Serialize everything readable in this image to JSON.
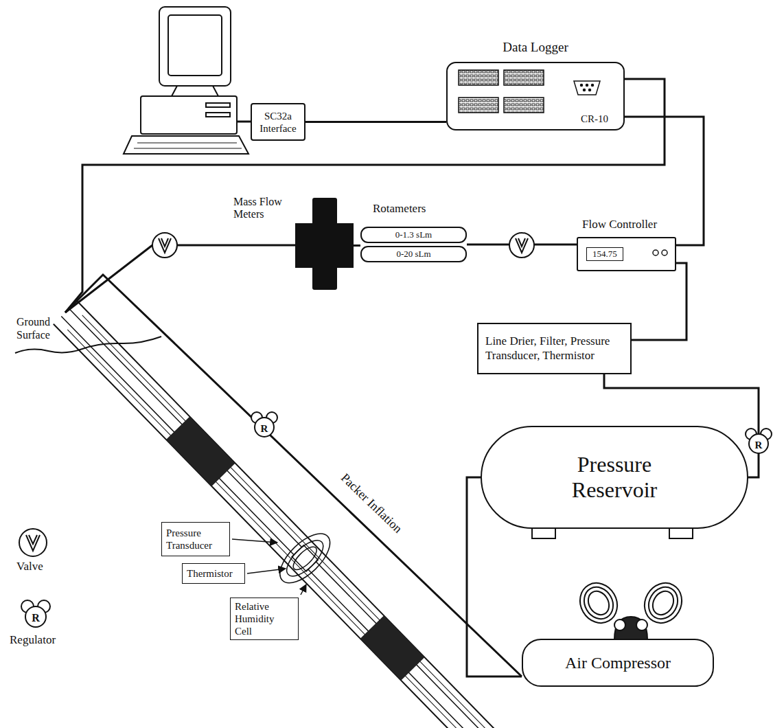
{
  "diagram": {
    "nodes": [
      {
        "text": [
          "SC32a Interface"
        ]
      },
      {
        "text": [
          "Data Logger",
          "CR-10"
        ]
      },
      {
        "text": [
          "Mass Flow Meters"
        ]
      },
      {
        "text": [
          "Rotameters",
          "0-1.3 sLm",
          "0-20 sLm"
        ]
      },
      {
        "text": [
          "Flow Controller",
          "154.75"
        ]
      },
      {
        "text": [
          "Line Drier, Filter, Pressure Transducer, Thermistor"
        ]
      },
      {
        "text": [
          "Pressure Reservoir"
        ]
      },
      {
        "text": [
          "Air Compressor"
        ]
      },
      {
        "text": [
          "Pressure Transducer"
        ]
      },
      {
        "text": [
          "Thermistor"
        ]
      },
      {
        "text": [
          "Relative Humidity Cell"
        ]
      }
    ],
    "edges": [
      {
        "from": 0,
        "to": 1,
        "arrow": "none"
      },
      {
        "from": 1,
        "to": 4,
        "arrow": "none"
      },
      {
        "from": 4,
        "to": 3,
        "arrow": "none"
      },
      {
        "from": 3,
        "to": 2,
        "arrow": "none"
      },
      {
        "from": 4,
        "to": 5,
        "arrow": "none"
      },
      {
        "from": 5,
        "to": 6,
        "arrow": "none"
      },
      {
        "from": 6,
        "to": 7,
        "arrow": "none"
      }
    ],
    "labels": [
      "Ground Surface",
      "R",
      "Packer Inflation",
      "R",
      "R"
    ],
    "legend": [
      {
        "text": "Valve"
      },
      {
        "text": "Regulator"
      }
    ]
  }
}
